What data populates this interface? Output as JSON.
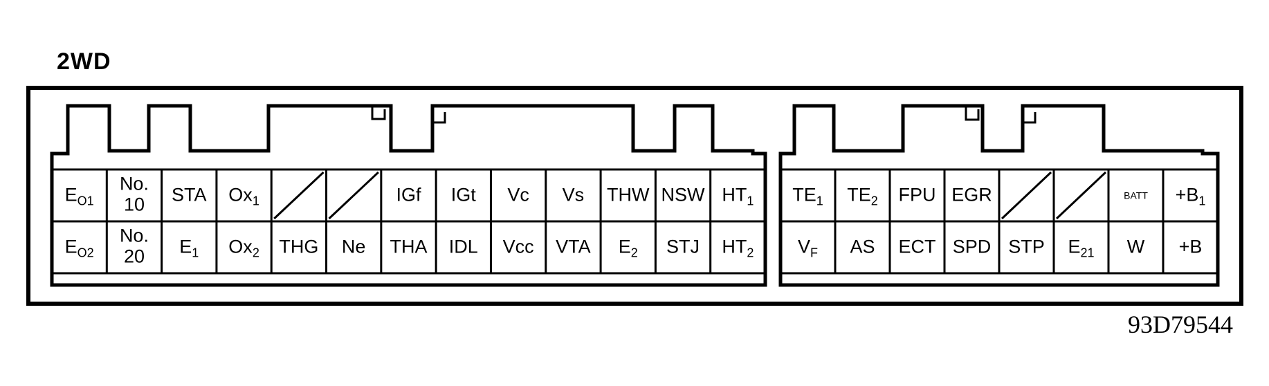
{
  "title": "2WD",
  "figure_code": "93D79544",
  "left_connector": {
    "rows": [
      [
        {
          "main": "E",
          "sub": "O1"
        },
        {
          "main": "No.",
          "line2": "10"
        },
        {
          "main": "STA"
        },
        {
          "main": "Ox",
          "sub": "1"
        },
        {
          "diag": true
        },
        {
          "diag": true
        },
        {
          "main": "IGf"
        },
        {
          "main": "IGt"
        },
        {
          "main": "Vc"
        },
        {
          "main": "Vs"
        },
        {
          "main": "THW"
        },
        {
          "main": "NSW"
        },
        {
          "main": "HT",
          "sub": "1"
        }
      ],
      [
        {
          "main": "E",
          "sub": "O2"
        },
        {
          "main": "No.",
          "line2": "20"
        },
        {
          "main": "E",
          "sub": "1"
        },
        {
          "main": "Ox",
          "sub": "2"
        },
        {
          "main": "THG"
        },
        {
          "main": "Ne"
        },
        {
          "main": "THA"
        },
        {
          "main": "IDL"
        },
        {
          "main": "Vcc"
        },
        {
          "main": "VTA"
        },
        {
          "main": "E",
          "sub": "2"
        },
        {
          "main": "STJ"
        },
        {
          "main": "HT",
          "sub": "2"
        }
      ]
    ]
  },
  "right_connector": {
    "rows": [
      [
        {
          "main": "TE",
          "sub": "1"
        },
        {
          "main": "TE",
          "sub": "2"
        },
        {
          "main": "FPU"
        },
        {
          "main": "EGR"
        },
        {
          "diag": true
        },
        {
          "diag": true
        },
        {
          "main": "BATT",
          "small": true
        },
        {
          "main": "+B",
          "sub": "1"
        }
      ],
      [
        {
          "main": "V",
          "sub": "F"
        },
        {
          "main": "AS"
        },
        {
          "main": "ECT"
        },
        {
          "main": "SPD"
        },
        {
          "main": "STP"
        },
        {
          "main": "E",
          "sub": "21"
        },
        {
          "main": "W"
        },
        {
          "main": "+B"
        }
      ]
    ]
  }
}
